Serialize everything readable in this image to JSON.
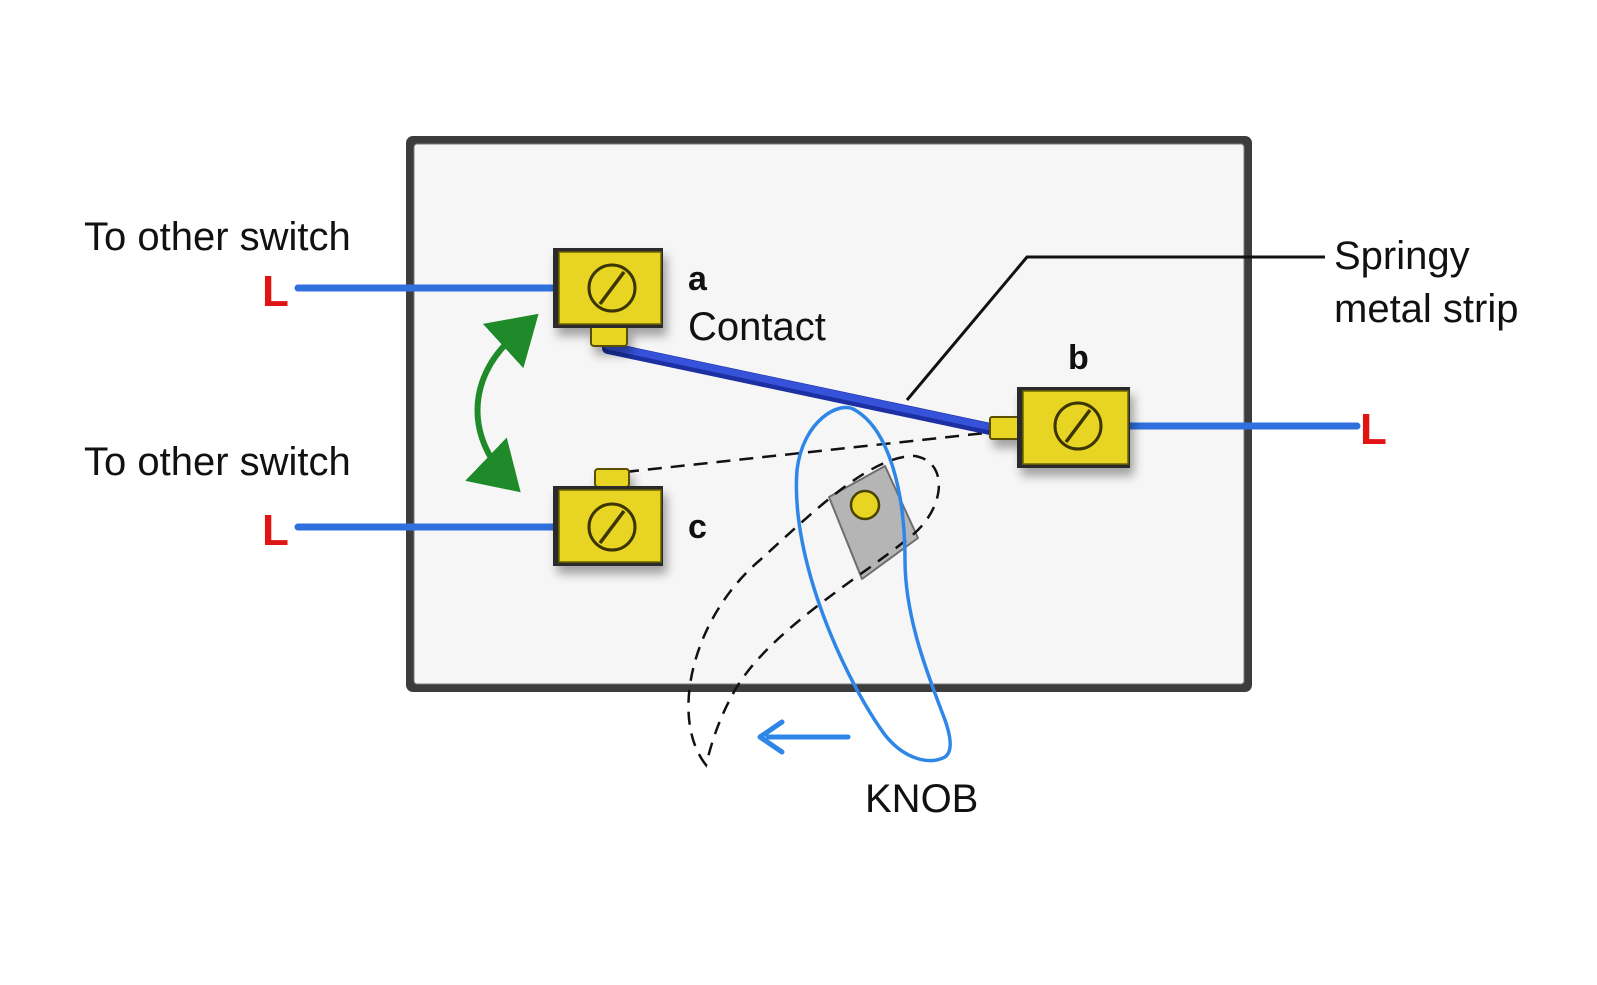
{
  "labels": {
    "top_left": "To other switch",
    "bottom_left": "To other switch",
    "line_a": "L",
    "line_c": "L",
    "line_b": "L",
    "terminal_a": "a",
    "contact": "Contact",
    "terminal_b": "b",
    "terminal_c": "c",
    "springy_line1": "Springy",
    "springy_line2": "metal strip",
    "knob": "KNOB"
  },
  "colors": {
    "wire": "#2f6fde",
    "strip": "#2b45c9",
    "terminal": "#e8d423",
    "L_label": "#e11414",
    "green_arrow": "#1f8a2a",
    "knob_outline": "#2e86e6",
    "housing_border": "#4a4a4a",
    "housing_fill": "#f6f6f6",
    "cam": "#b5b5b5"
  }
}
